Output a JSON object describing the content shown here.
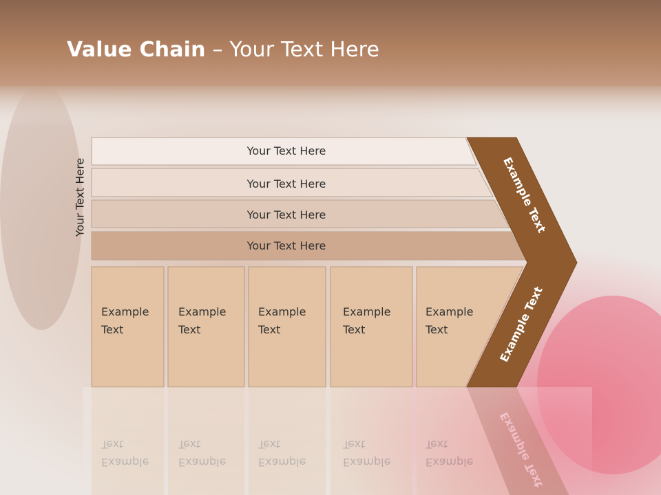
{
  "slide": {
    "title_bold": "Value Chain",
    "title_sep": " – ",
    "title_rest": "Your Text Here",
    "side_label": "Your Text Here"
  },
  "bars": [
    {
      "label": "Your Text Here",
      "color": "#f4ebe6"
    },
    {
      "label": "Your Text Here",
      "color": "#ecdcd2"
    },
    {
      "label": "Your Text Here",
      "color": "#e0c8b8"
    },
    {
      "label": "Your Text Here",
      "color": "#cfa98f"
    }
  ],
  "boxes": [
    {
      "line1": "Example",
      "line2": "Text"
    },
    {
      "line1": "Example",
      "line2": "Text"
    },
    {
      "line1": "Example",
      "line2": "Text"
    },
    {
      "line1": "Example",
      "line2": "Text"
    },
    {
      "line1": "Example",
      "line2": "Text"
    }
  ],
  "chevron": {
    "upper_label": "Example Text",
    "lower_label": "Example Text",
    "color": "#8e5a2e"
  },
  "colors": {
    "header": "#a9775a",
    "box_fill": "#e3c3a3",
    "box_border": "#b89a82"
  }
}
